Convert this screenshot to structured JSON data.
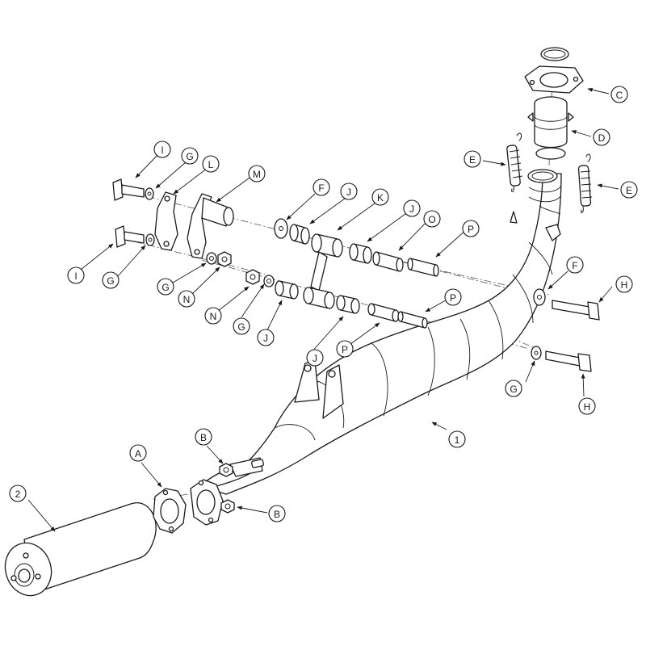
{
  "diagram": {
    "type": "exploded parts diagram",
    "callouts": {
      "part_1": "1",
      "part_2": "2",
      "a": "A",
      "b_upper": "B",
      "b_lower": "B",
      "c": "C",
      "d": "D",
      "e_left": "E",
      "e_right": "E",
      "f_upper": "F",
      "f_right": "F",
      "g_top": "G",
      "g_left": "G",
      "g_mid": "G",
      "g_lower": "G",
      "g_right": "G",
      "h_upper": "H",
      "h_lower": "H",
      "i_top": "I",
      "i_left": "I",
      "j_1": "J",
      "j_2": "J",
      "j_3": "J",
      "j_4": "J",
      "k": "K",
      "l": "L",
      "m": "M",
      "n_1": "N",
      "n_2": "N",
      "o": "O",
      "p_1": "P",
      "p_2": "P",
      "p_3": "P"
    }
  }
}
